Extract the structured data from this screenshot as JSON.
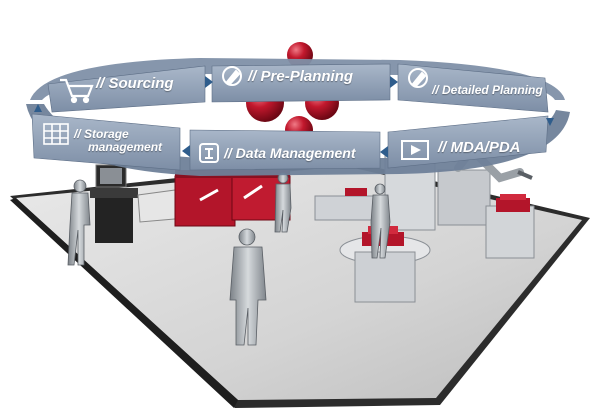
{
  "ring": {
    "modules": [
      {
        "id": "sourcing",
        "prefix": "//",
        "label": "Sourcing",
        "icon": "shopping-cart-icon"
      },
      {
        "id": "pre-planning",
        "prefix": "//",
        "label": "Pre-Planning",
        "icon": "pencil-circle-icon"
      },
      {
        "id": "detailed-planning",
        "prefix": "//",
        "label": "Detailed Planning",
        "icon": "pencil-circle-icon"
      },
      {
        "id": "mda-pda",
        "prefix": "//",
        "label": "MDA/PDA",
        "icon": "monitor-play-icon"
      },
      {
        "id": "data-management",
        "prefix": "//",
        "label": "Data Management",
        "icon": "data-document-icon"
      },
      {
        "id": "storage-management",
        "prefix": "//",
        "label_line1": "Storage",
        "label_line2": "management",
        "icon": "storage-shelf-icon"
      }
    ],
    "colors": {
      "band": "#8fa0b6",
      "band_dark": "#6e7f96",
      "arrow": "#2f5d8c",
      "text": "#ffffff"
    }
  },
  "scene": {
    "colors": {
      "floor": "#d9d9d9",
      "floor_edge": "#3a3a3a",
      "accent_red": "#b3152a",
      "machine": "#cfd2d6",
      "figure": "#9aa0a6"
    }
  }
}
